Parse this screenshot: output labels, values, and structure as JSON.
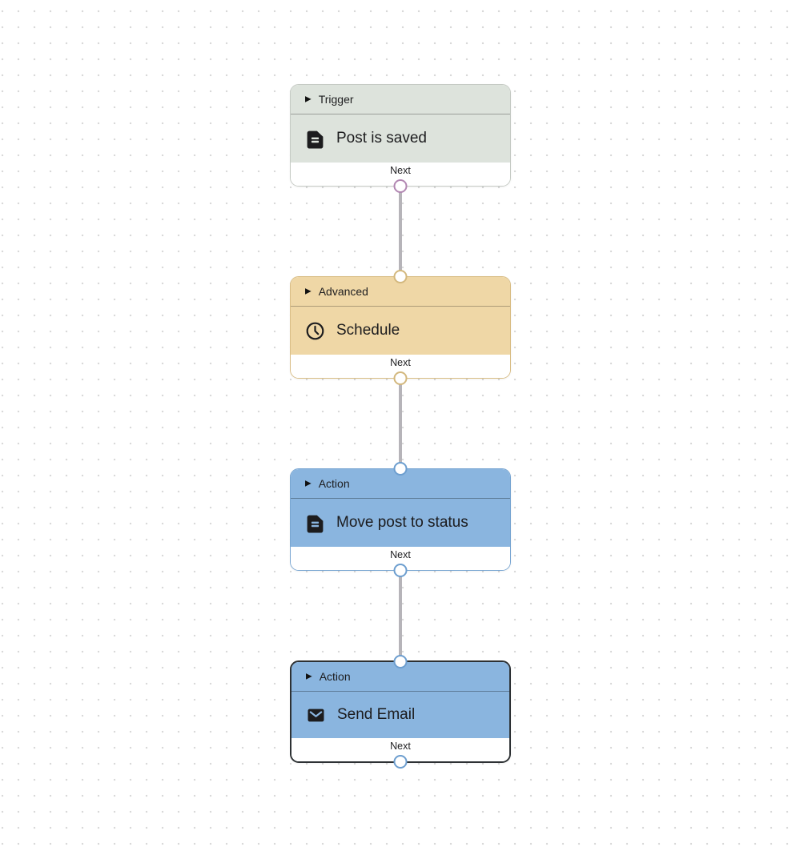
{
  "ui": {
    "collapse_glyph": "▶"
  },
  "canvas": {
    "background_color": "#ffffff",
    "dot_color": "#d9d9d9",
    "edge_color": "#b6b4b9"
  },
  "nodes": [
    {
      "type_label": "Trigger",
      "title": "Post is saved",
      "icon": "document-icon",
      "next_label": "Next",
      "selected": false,
      "colors": {
        "fill": "#dde3dc",
        "border": "#c5cac4",
        "port": "#b287b2"
      }
    },
    {
      "type_label": "Advanced",
      "title": "Schedule",
      "icon": "clock-icon",
      "next_label": "Next",
      "selected": false,
      "colors": {
        "fill": "#efd7a6",
        "border": "#d9bd85",
        "port": "#d3b87e"
      }
    },
    {
      "type_label": "Action",
      "title": "Move post to status",
      "icon": "document-icon",
      "next_label": "Next",
      "selected": false,
      "colors": {
        "fill": "#8ab5df",
        "border": "#79a6d2",
        "port": "#6d9ecf"
      }
    },
    {
      "type_label": "Action",
      "title": "Send Email",
      "icon": "envelope-icon",
      "next_label": "Next",
      "selected": true,
      "colors": {
        "fill": "#8ab5df",
        "border": "#2d3134",
        "port": "#6d9ecf"
      }
    }
  ],
  "edges": [
    {
      "from": "Post is saved",
      "to": "Schedule"
    },
    {
      "from": "Schedule",
      "to": "Move post to status"
    },
    {
      "from": "Move post to status",
      "to": "Send Email"
    }
  ]
}
